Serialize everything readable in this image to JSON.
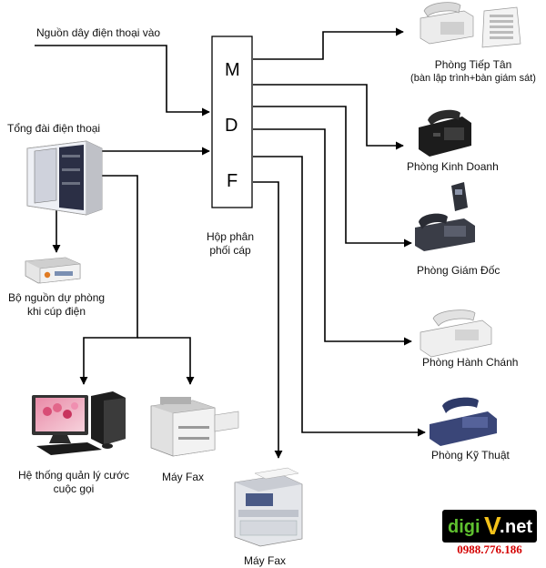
{
  "title_source": "Nguồn dây điện thoại vào",
  "pbx_label": "Tổng đài điện thoại",
  "mdf": {
    "letters": [
      "M",
      "D",
      "F"
    ],
    "caption_line1": "Hộp phân",
    "caption_line2": "phối cáp"
  },
  "ups": {
    "line1": "Bộ nguồn dự phòng",
    "line2": "khi cúp điện"
  },
  "billing": {
    "line1": "Hệ thống quản lý cước",
    "line2": "cuộc gọi"
  },
  "fax1": "Máy Fax",
  "fax2": "Máy Fax",
  "rooms": [
    {
      "line1": "Phòng Tiếp Tân",
      "line2": "(bàn lập trình+bàn giám sát)"
    },
    {
      "line1": "Phòng Kinh Doanh"
    },
    {
      "line1": "Phòng Giám Đốc"
    },
    {
      "line1": "Phòng Hành Chánh"
    },
    {
      "line1": "Phòng Kỹ Thuật"
    }
  ],
  "logo": {
    "digi": "digi",
    "v": "V",
    "dot": ".",
    "net": "net",
    "phone": "0988.776.186"
  },
  "colors": {
    "line": "#000000",
    "logo_green": "#5fc12f",
    "logo_yellow": "#f4c21a",
    "logo_red": "#d40000"
  }
}
